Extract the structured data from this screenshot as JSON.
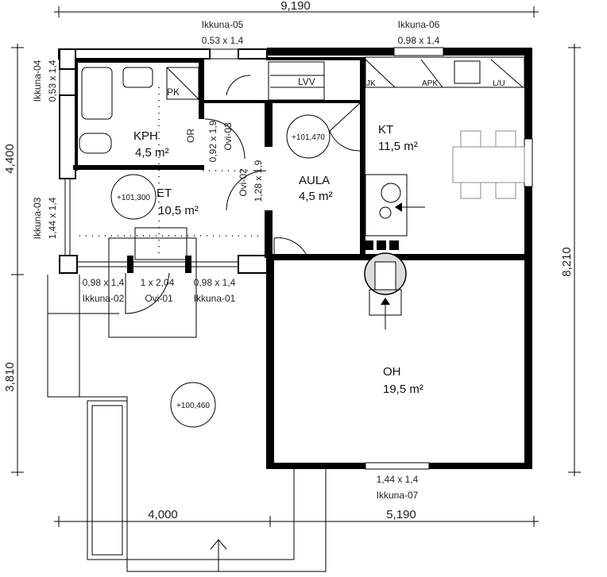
{
  "dimensions": {
    "total_width": "9,190",
    "total_depth": "8,210",
    "left_upper": "4,400",
    "left_lower": "3,810",
    "bottom_left": "4,000",
    "bottom_right": "5,190"
  },
  "rooms": [
    {
      "code": "KPH",
      "area": "4,5 m²"
    },
    {
      "code": "ET",
      "area": "10,5 m²"
    },
    {
      "code": "AULA",
      "area": "4,5 m²"
    },
    {
      "code": "KT",
      "area": "11,5 m²"
    },
    {
      "code": "OH",
      "area": "19,5 m²"
    }
  ],
  "levels": [
    "+101,300",
    "+101,470",
    "+100,460"
  ],
  "fixtures": [
    "PK",
    "OR",
    "LVV",
    "JK",
    "APK",
    "L/U"
  ],
  "windows": [
    {
      "name": "Ikkuna-01",
      "size": "0,98 x 1,4"
    },
    {
      "name": "Ikkuna-02",
      "size": "0,98 x 1,4"
    },
    {
      "name": "Ikkuna-03",
      "size": "1,44 x 1,4"
    },
    {
      "name": "Ikkuna-04",
      "size": "0,53 x 1,4"
    },
    {
      "name": "Ikkuna-05",
      "size": "0,53 x 1,4"
    },
    {
      "name": "Ikkuna-06",
      "size": "0,98 x 1,4"
    },
    {
      "name": "Ikkuna-07",
      "size": "1,44 x 1,4"
    }
  ],
  "doors": [
    {
      "name": "Ovi-01",
      "size": "1 x 2,04"
    },
    {
      "name": "Ovi-02",
      "size": "1,28 x 1,9"
    },
    {
      "name": "Ovi-03",
      "size": "0,92 x 1,9"
    }
  ]
}
